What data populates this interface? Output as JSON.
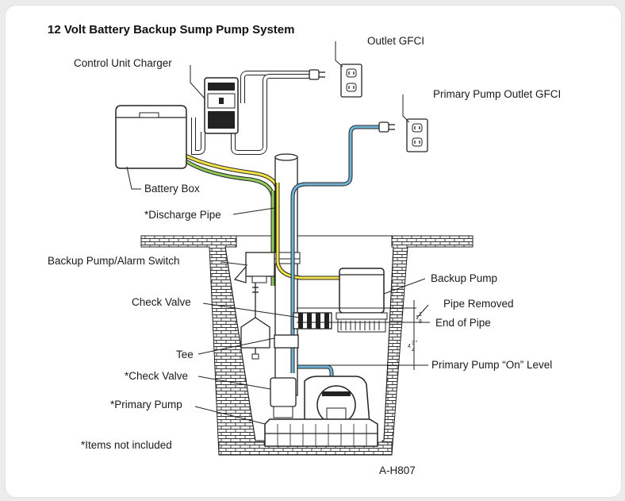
{
  "title": "12 Volt Battery Backup Sump Pump System",
  "labels": {
    "outlet_gfci": "Outlet GFCI",
    "control_unit_charger": "Control Unit Charger",
    "primary_pump_outlet_gfci": "Primary Pump Outlet GFCI",
    "battery_box": "Battery Box",
    "discharge_pipe": "*Discharge Pipe",
    "backup_pump_alarm_switch": "Backup Pump/Alarm Switch",
    "backup_pump": "Backup Pump",
    "check_valve": "Check Valve",
    "pipe_removed": "Pipe Removed",
    "end_of_pipe": "End of Pipe",
    "tee": "Tee",
    "primary_pump_on_level": "Primary Pump “On” Level",
    "check_valve_optional": "*Check Valve",
    "primary_pump": "*Primary Pump",
    "items_not_included": "*Items not included",
    "part_code": "A-H807"
  },
  "dimensions": {
    "top_whole": "1",
    "top_num": "1",
    "top_den": "8",
    "bottom_whole": "4",
    "bottom_num": "3",
    "bottom_den": "4",
    "bottom_unit": "”"
  },
  "colors": {
    "yellow_wire": "#f2e24a",
    "green_wire": "#8fca5a",
    "blue_wire": "#6fb3d2",
    "outline": "#222222"
  }
}
